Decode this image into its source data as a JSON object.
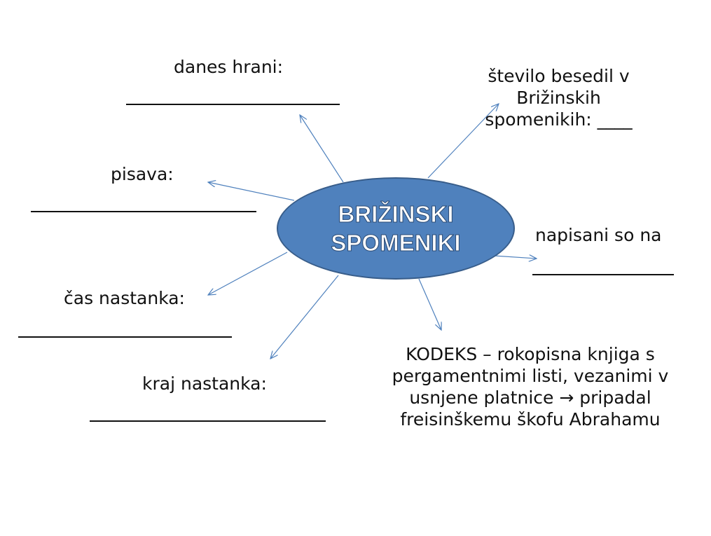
{
  "center": {
    "title": "BRIŽINSKI SPOMENIKI"
  },
  "branches": {
    "danes_hrani": "danes hrani:",
    "stevilo_lines": [
      "število besedil v",
      "Brižinskih",
      "spomenikih: ____"
    ],
    "pisava": "pisava:",
    "napisani": "napisani so na",
    "cas_nastanka": "čas nastanka:",
    "kraj_nastanka": "kraj nastanka:",
    "kodeks_lines": [
      "KODEKS – rokopisna knjiga s",
      "pergamentnimi listi, vezanimi v",
      "usnjene platnice → pripadal",
      "freisinškemu škofu Abrahamu"
    ]
  },
  "colors": {
    "ellipse_fill": "#4f81bd",
    "ellipse_border": "#385d8a",
    "arrow": "#4f81bd"
  }
}
